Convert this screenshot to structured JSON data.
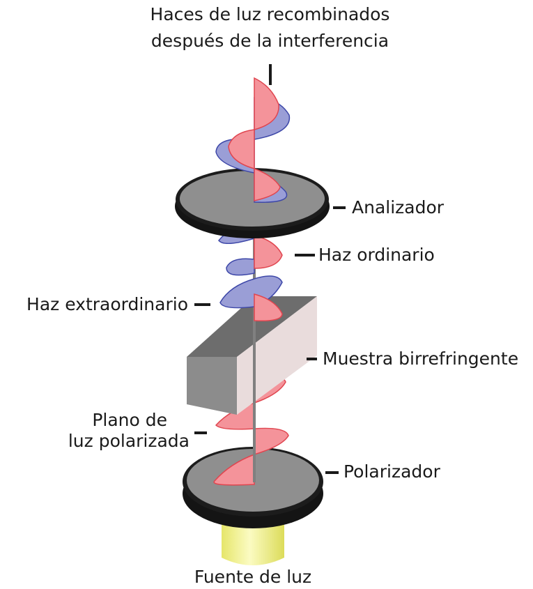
{
  "labels": {
    "recombined_line1": "Haces de luz recombinados",
    "recombined_line2": "después de la interferencia",
    "analyzer": "Analizador",
    "ordinary": "Haz ordinario",
    "extraordinary": "Haz extraordinario",
    "sample": "Muestra birrefringente",
    "plane_line1": "Plano de",
    "plane_line2": "luz polarizada",
    "polarizer": "Polarizador",
    "source": "Fuente de luz"
  },
  "colors": {
    "ordinary_wave": "#f4939a",
    "ordinary_stroke": "#e0454f",
    "extraordinary_wave": "#9a9ed6",
    "extraordinary_stroke": "#3d47a8",
    "disc_fill": "#8f8f8f",
    "disc_rim": "#1c1c1c",
    "crystal_top": "#6d6d6d",
    "crystal_side": "#e9dcdc",
    "crystal_end": "#8c8c8c",
    "lamp": "#f2f28a",
    "axis": "#808080"
  }
}
